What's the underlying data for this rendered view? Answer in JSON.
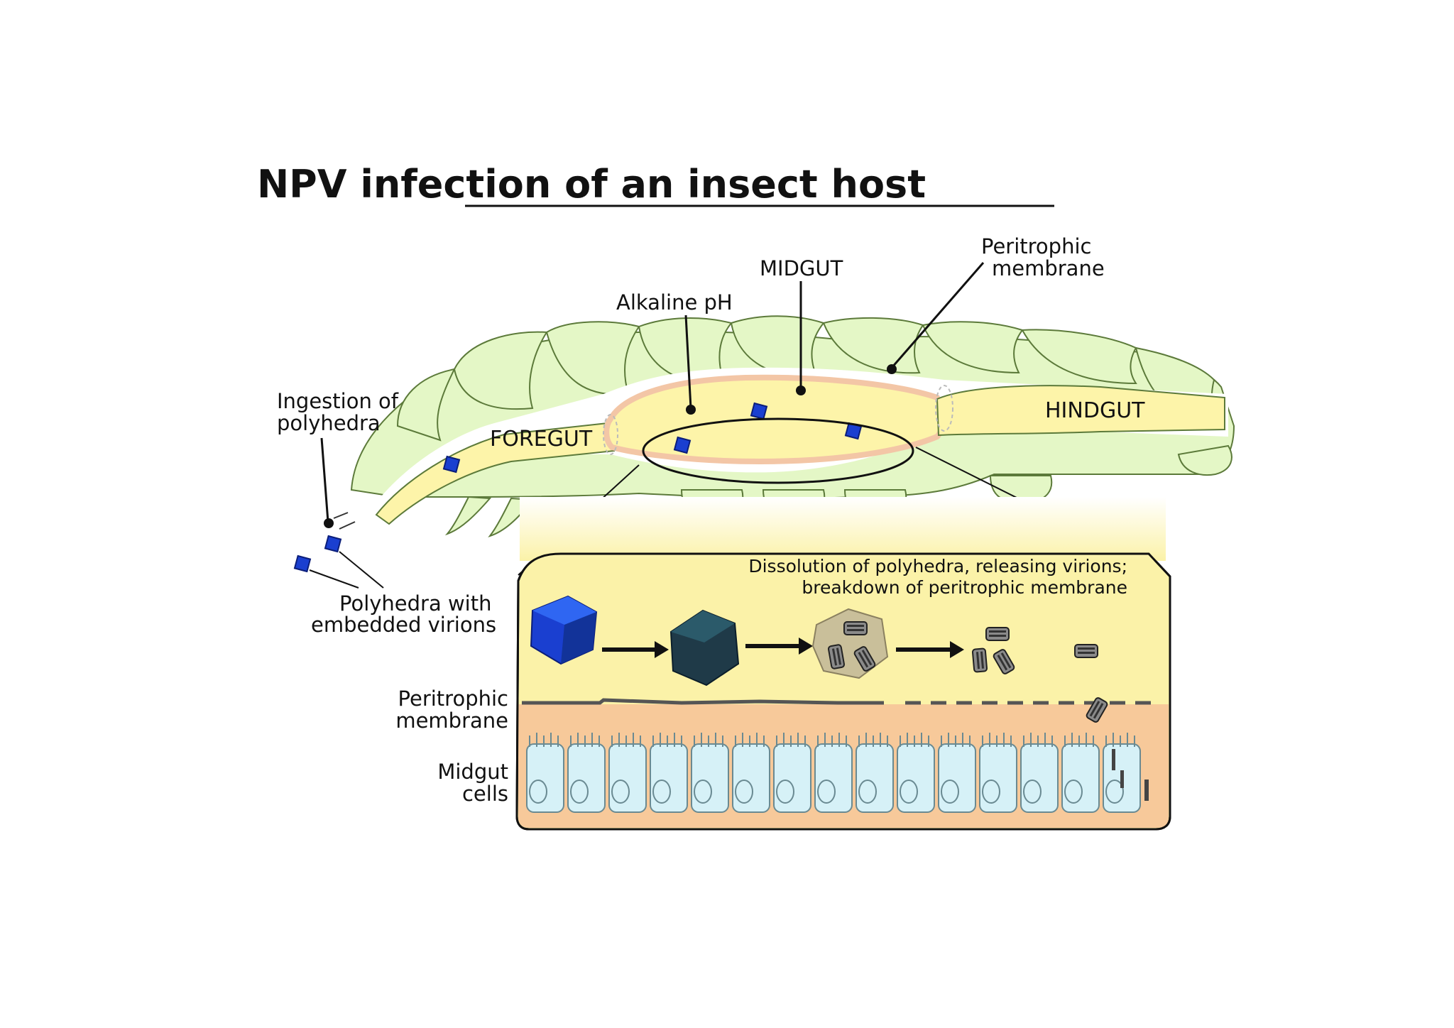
{
  "title": "NPV infection of an insect host",
  "labels": {
    "midgut": "MIDGUT",
    "peritrophic_top_1": "Peritrophic",
    "peritrophic_top_2": "membrane",
    "alkaline": "Alkaline pH",
    "ingestion_1": "Ingestion of",
    "ingestion_2": "polyhedra",
    "foregut": "FOREGUT",
    "hindgut": "HINDGUT",
    "polyhedra_1": "Polyhedra with",
    "polyhedra_2": "embedded virions",
    "dissolution_1": "Dissolution of polyhedra, releasing virions;",
    "dissolution_2": "breakdown of peritrophic membrane",
    "peritrophic_side_1": "Peritrophic",
    "peritrophic_side_2": "membrane",
    "midgut_cells_1": "Midgut",
    "midgut_cells_2": "cells"
  },
  "colors": {
    "body_green": "#e4f7c6",
    "body_outline": "#5c7a3a",
    "gut_yellow": "#fdf4a9",
    "midgut_pink": "#f3c6a6",
    "inset_yellow": "#fbf2a8",
    "inset_orange": "#f7c99a",
    "cell_blue": "#d6f1f7",
    "polyhedra_blue": "#1a3fd0",
    "dissolving_dark": "#1f3a48"
  },
  "icons": [
    "polyhedron-icon",
    "arrow-icon",
    "virion-icon"
  ]
}
